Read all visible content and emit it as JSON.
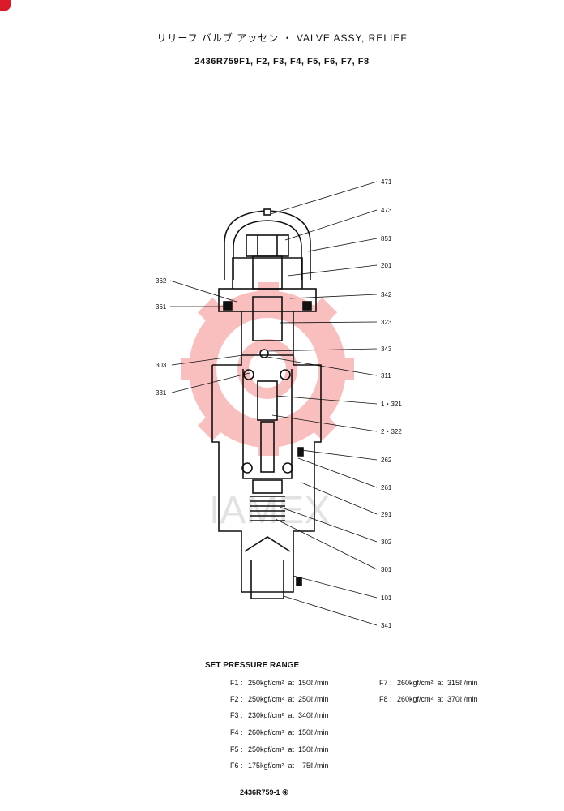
{
  "header": {
    "title": "リリーフ バルブ アッセン ・ VALVE ASSY, RELIEF",
    "model": "2436R759F1, F2, F3, F4, F5, F6, F7, F8"
  },
  "watermark": {
    "text": "IAMEX",
    "color": "#f04a4a"
  },
  "labels_right": [
    "471",
    "473",
    "851",
    "201",
    "342",
    "323",
    "343",
    "311",
    "1・321",
    "2・322",
    "262",
    "261",
    "291",
    "302",
    "301",
    "101",
    "341"
  ],
  "labels_left": [
    "362",
    "361",
    "303",
    "331"
  ],
  "pressure": {
    "heading": "SET PRESSURE RANGE",
    "rows_left": [
      {
        "k": "F1 :",
        "v": "250kgf/cm²  at  150ℓ /min"
      },
      {
        "k": "F2 :",
        "v": "250kgf/cm²  at  250ℓ /min"
      },
      {
        "k": "F3 :",
        "v": "230kgf/cm²  at  340ℓ /min"
      },
      {
        "k": "F4 :",
        "v": "260kgf/cm²  at  150ℓ /min"
      },
      {
        "k": "F5 :",
        "v": "250kgf/cm²  at  150ℓ /min"
      },
      {
        "k": "F6 :",
        "v": "175kgf/cm²  at    75ℓ /min"
      }
    ],
    "rows_right": [
      {
        "k": "F7 :",
        "v": "260kgf/cm²  at  315ℓ /min"
      },
      {
        "k": "F8 :",
        "v": "260kgf/cm²  at  370ℓ /min"
      }
    ]
  },
  "footer": {
    "code": "2436R759-1 ④"
  }
}
